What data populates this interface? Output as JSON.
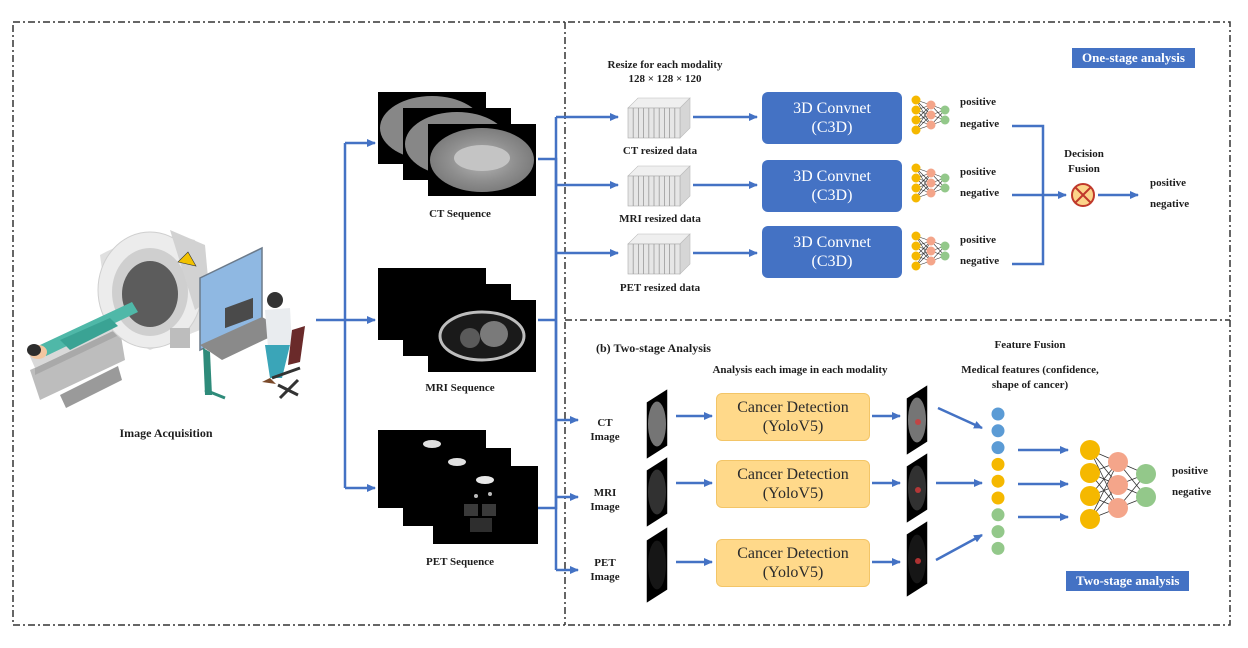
{
  "acquisition": {
    "label": "Image Acquisition"
  },
  "sequences": [
    {
      "id": "ct",
      "label": "CT Sequence"
    },
    {
      "id": "mri",
      "label": "MRI Sequence"
    },
    {
      "id": "pet",
      "label": "PET Sequence"
    }
  ],
  "one_stage": {
    "badge": "One-stage analysis",
    "resize_title": "Resize for each modality",
    "resize_dims": "128 × 128 × 120",
    "resized": [
      {
        "label": "CT resized data"
      },
      {
        "label": "MRI resized data"
      },
      {
        "label": "PET resized data"
      }
    ],
    "convnets": [
      {
        "line1": "3D Convnet",
        "line2": "(C3D)"
      },
      {
        "line1": "3D Convnet",
        "line2": "(C3D)"
      },
      {
        "line1": "3D Convnet",
        "line2": "(C3D)"
      }
    ],
    "outputs": [
      {
        "positive": "positive",
        "negative": "negative"
      },
      {
        "positive": "positive",
        "negative": "negative"
      },
      {
        "positive": "positive",
        "negative": "negative"
      }
    ],
    "fusion": {
      "line1": "Decision",
      "line2": "Fusion"
    },
    "final": {
      "positive": "positive",
      "negative": "negative"
    }
  },
  "two_stage": {
    "title": "(b) Two-stage Analysis",
    "subtitle": "Analysis each image in each modality",
    "badge": "Two-stage analysis",
    "inputs": [
      {
        "line1": "CT",
        "line2": "Image"
      },
      {
        "line1": "MRI",
        "line2": "Image"
      },
      {
        "line1": "PET",
        "line2": "Image"
      }
    ],
    "detectors": [
      {
        "line1": "Cancer Detection",
        "line2": "(YoloV5)"
      },
      {
        "line1": "Cancer Detection",
        "line2": "(YoloV5)"
      },
      {
        "line1": "Cancer Detection",
        "line2": "(YoloV5)"
      }
    ],
    "fusion_title": "Feature Fusion",
    "features_line1": "Medical features (confidence,",
    "features_line2": "shape of cancer)",
    "final": {
      "positive": "positive",
      "negative": "negative"
    }
  },
  "colors": {
    "arrow": "#4472c4",
    "convnet": "#4472c4",
    "yolo": "#ffd98a",
    "node_yellow": "#f5b800",
    "node_salmon": "#f4a58a",
    "node_green": "#93c88a",
    "node_blue": "#5b9bd5"
  }
}
